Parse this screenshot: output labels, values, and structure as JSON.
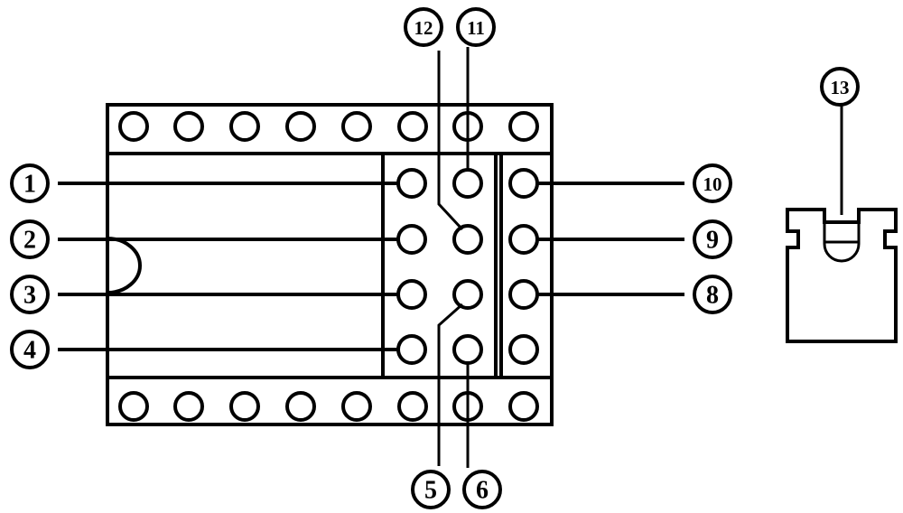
{
  "callouts": [
    {
      "id": "1",
      "label": "1"
    },
    {
      "id": "2",
      "label": "2"
    },
    {
      "id": "3",
      "label": "3"
    },
    {
      "id": "4",
      "label": "4"
    },
    {
      "id": "5",
      "label": "5"
    },
    {
      "id": "6",
      "label": "6"
    },
    {
      "id": "8",
      "label": "8"
    },
    {
      "id": "9",
      "label": "9"
    },
    {
      "id": "10",
      "label": "10"
    },
    {
      "id": "11",
      "label": "11"
    },
    {
      "id": "12",
      "label": "12"
    },
    {
      "id": "13",
      "label": "13"
    }
  ]
}
